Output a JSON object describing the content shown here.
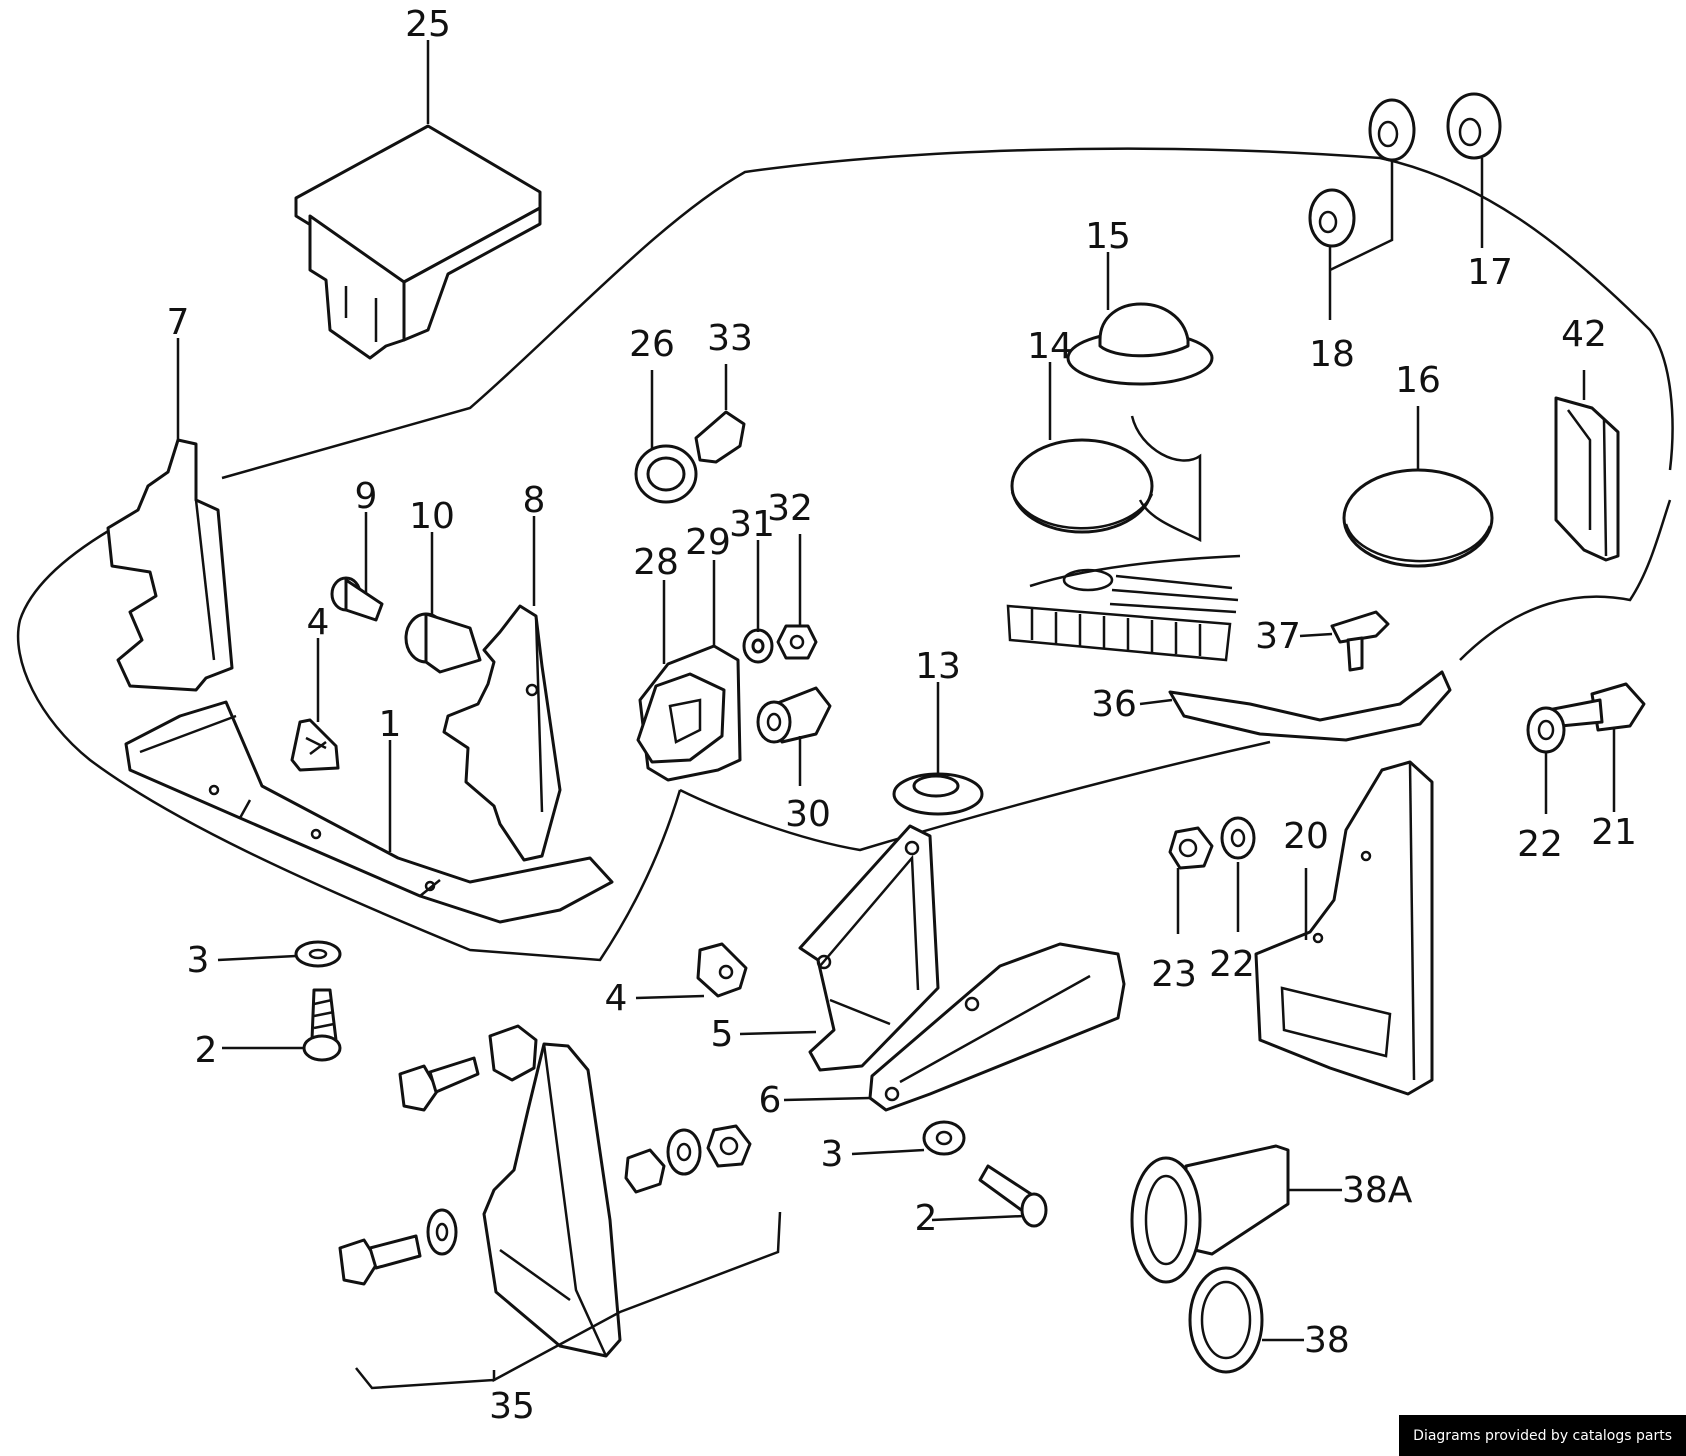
{
  "credit": "Diagrams provided by catalogs parts",
  "callouts": [
    "1",
    "2",
    "2",
    "3",
    "3",
    "4",
    "4",
    "5",
    "6",
    "7",
    "8",
    "9",
    "10",
    "13",
    "14",
    "15",
    "16",
    "17",
    "18",
    "20",
    "21",
    "22",
    "22",
    "23",
    "25",
    "26",
    "28",
    "29",
    "30",
    "31",
    "32",
    "33",
    "35",
    "36",
    "37",
    "38",
    "38A",
    "42"
  ]
}
